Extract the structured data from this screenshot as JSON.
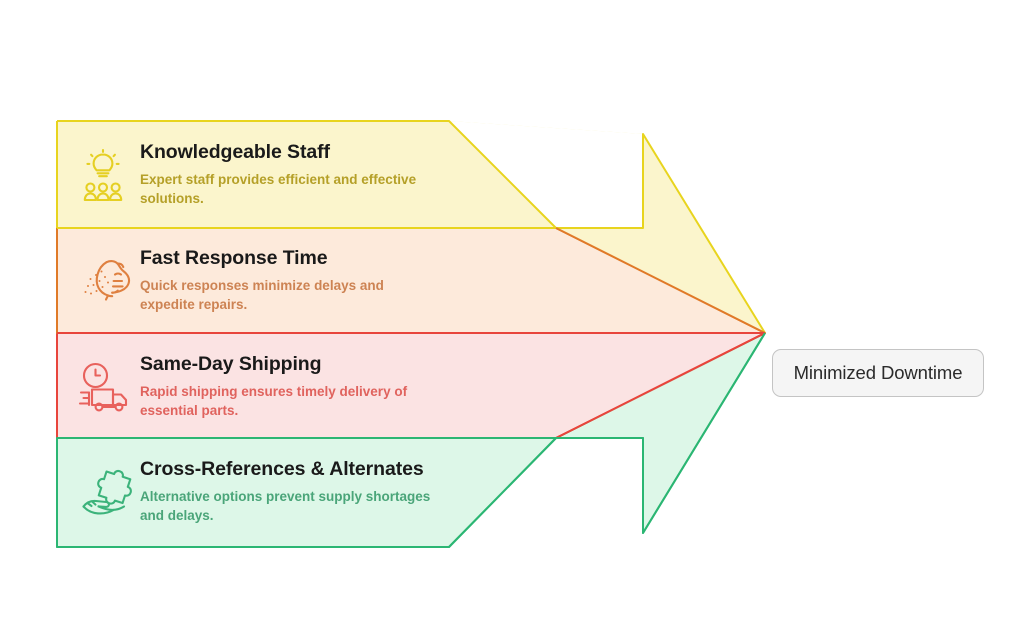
{
  "diagram": {
    "type": "chevron-arrow-process",
    "background": "#ffffff",
    "arrow_tip": "Minimized Downtime"
  },
  "rows": [
    {
      "id": "knowledgeable-staff",
      "title": "Knowledgeable Staff",
      "description": "Expert staff provides efficient and effective solutions.",
      "icon": "lightbulb-people-icon",
      "stroke": "#e8d41e",
      "fill": "#fbf5cc",
      "desc_color": "#b5a028",
      "icon_color": "#e5cf22"
    },
    {
      "id": "fast-response-time",
      "title": "Fast Response Time",
      "description": "Quick responses minimize delays and expedite repairs.",
      "icon": "cheetah-head-icon",
      "stroke": "#e07a28",
      "fill": "#fdeadb",
      "desc_color": "#cd8353",
      "icon_color": "#df8040"
    },
    {
      "id": "same-day-shipping",
      "title": "Same-Day Shipping",
      "description": "Rapid shipping ensures timely delivery of essential parts.",
      "icon": "delivery-truck-clock-icon",
      "stroke": "#e8453c",
      "fill": "#fbe3e3",
      "desc_color": "#e0635e",
      "icon_color": "#e8615c"
    },
    {
      "id": "cross-references-alternates",
      "title": "Cross-References & Alternates",
      "description": "Alternative options prevent supply shortages and delays.",
      "icon": "hand-puzzle-piece-icon",
      "stroke": "#2bb673",
      "fill": "#ddf7e8",
      "desc_color": "#4aa579",
      "icon_color": "#3cb37b"
    }
  ],
  "outcome": {
    "label": "Minimized Downtime",
    "border_color": "#c4c4c4",
    "background_color": "#f5f5f5",
    "text_color": "#2b2b2b"
  }
}
